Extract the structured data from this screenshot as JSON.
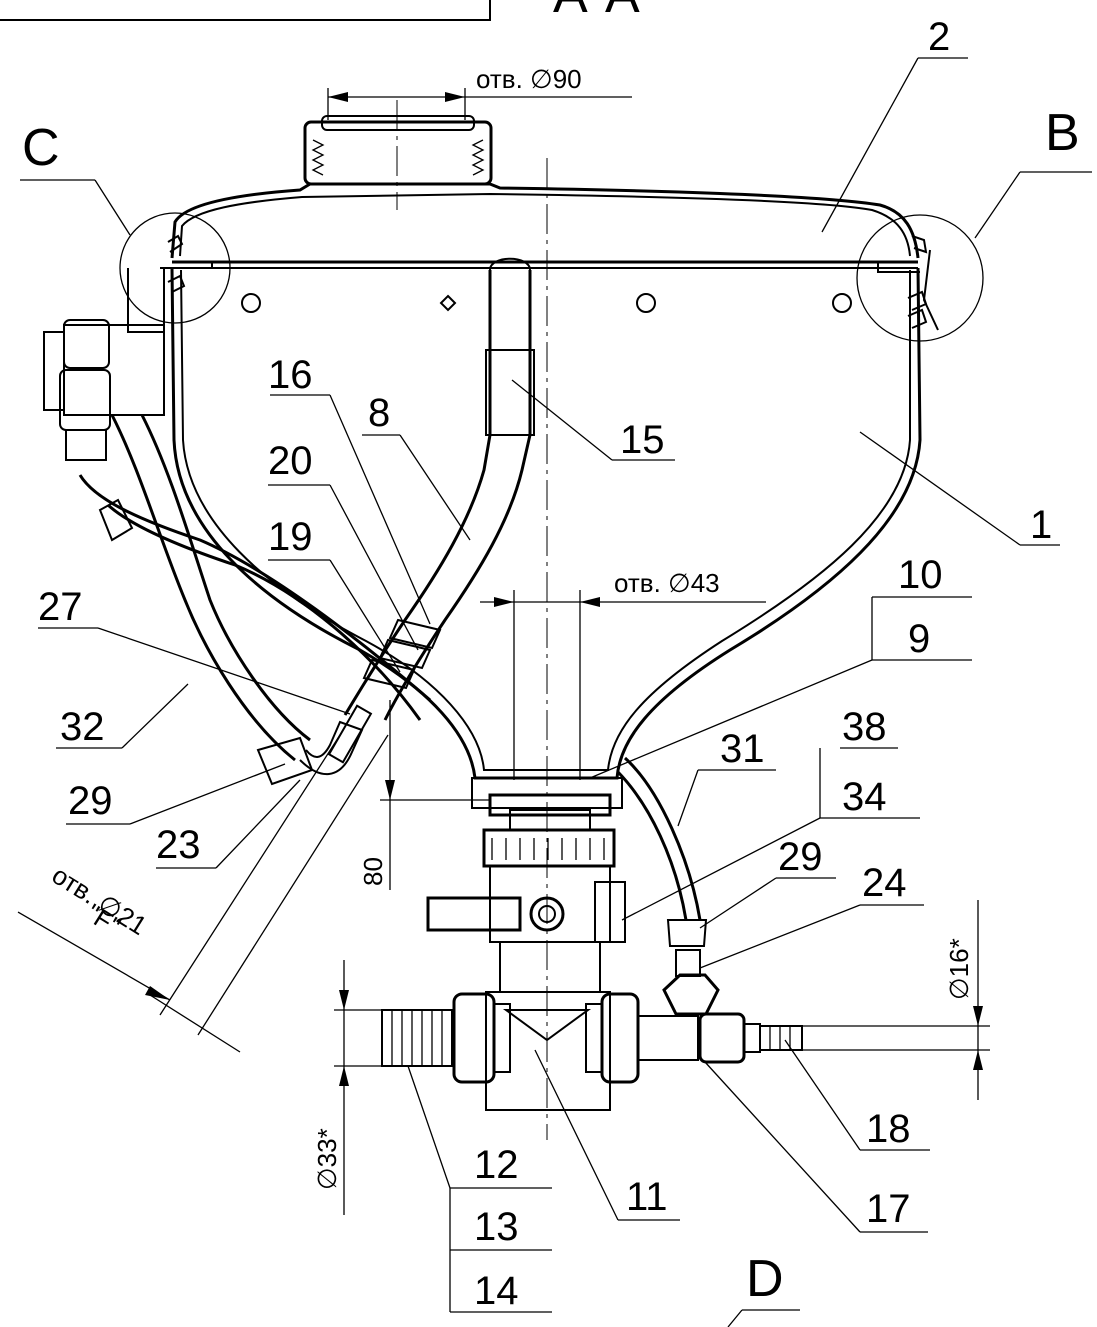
{
  "section": {
    "title": "А-А"
  },
  "views": [
    "C",
    "B",
    "D"
  ],
  "dimensions": {
    "top_hole": "отв. ∅90",
    "outlet_hole": "отв. ∅43",
    "side_hole": "отв. ∅21",
    "side_hole_ref": "\"F\"",
    "height_80": "80",
    "dia_16": "∅16*",
    "dia_33": "∅33*"
  },
  "callouts": [
    {
      "id": "c2",
      "label": "2"
    },
    {
      "id": "c16",
      "label": "16"
    },
    {
      "id": "c8",
      "label": "8"
    },
    {
      "id": "c15",
      "label": "15"
    },
    {
      "id": "c20",
      "label": "20"
    },
    {
      "id": "c1",
      "label": "1"
    },
    {
      "id": "c19",
      "label": "19"
    },
    {
      "id": "c10",
      "label": "10"
    },
    {
      "id": "c9",
      "label": "9"
    },
    {
      "id": "c27",
      "label": "27"
    },
    {
      "id": "c32",
      "label": "32"
    },
    {
      "id": "c38",
      "label": "38"
    },
    {
      "id": "c31",
      "label": "31"
    },
    {
      "id": "c34",
      "label": "34"
    },
    {
      "id": "c29a",
      "label": "29"
    },
    {
      "id": "c29b",
      "label": "29"
    },
    {
      "id": "c23",
      "label": "23"
    },
    {
      "id": "c24",
      "label": "24"
    },
    {
      "id": "c18",
      "label": "18"
    },
    {
      "id": "c12",
      "label": "12"
    },
    {
      "id": "c11",
      "label": "11"
    },
    {
      "id": "c13",
      "label": "13"
    },
    {
      "id": "c17",
      "label": "17"
    },
    {
      "id": "c14",
      "label": "14"
    }
  ]
}
